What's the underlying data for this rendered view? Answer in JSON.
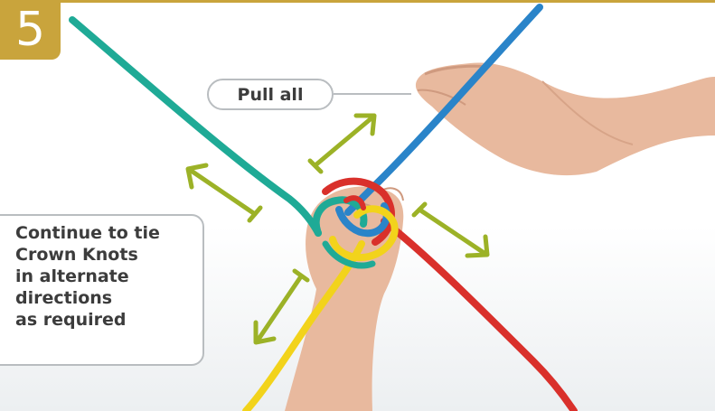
{
  "step": {
    "number": "5"
  },
  "callout": {
    "label": "Pull all"
  },
  "instruction": {
    "lines": [
      "Continue to tie",
      "Crown Knots",
      "in alternate",
      "directions",
      "as required"
    ]
  },
  "colors": {
    "badge": "#c9a43c",
    "arrow": "#9cb227",
    "rope_blue": "#2a84c9",
    "rope_teal": "#1faa96",
    "rope_red": "#d9302b",
    "rope_yellow": "#f2d31b",
    "skin": "#e8b99e"
  }
}
